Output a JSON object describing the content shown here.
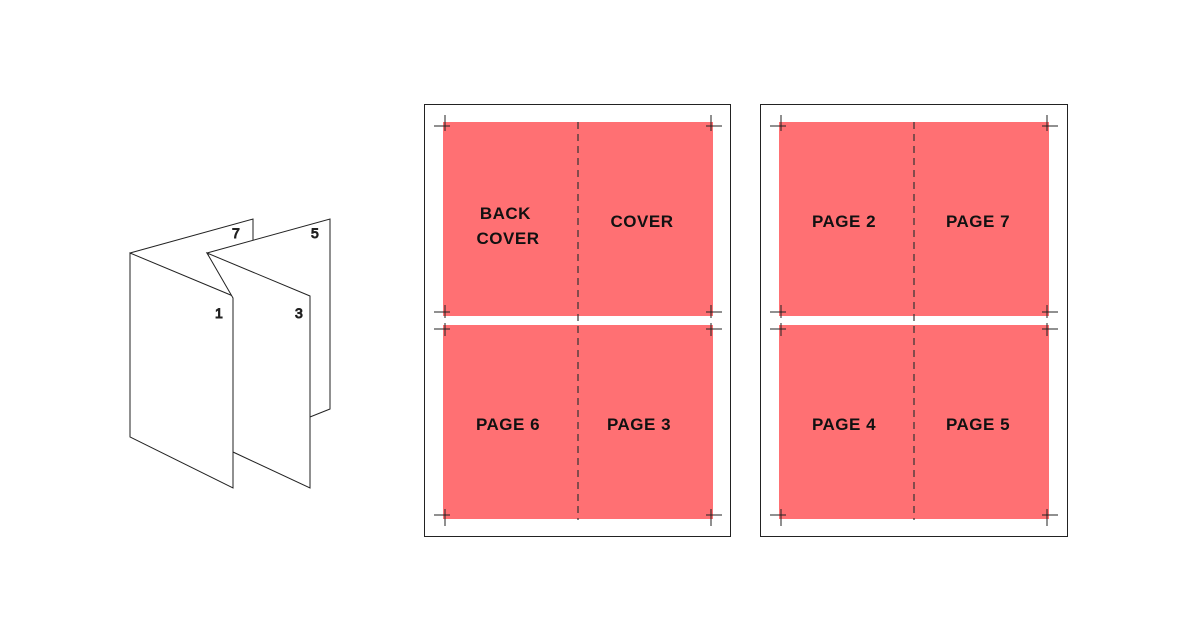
{
  "colors": {
    "panel_fill": "#ff7073",
    "line": "#222222",
    "background": "#ffffff"
  },
  "folded_booklet": {
    "page_numbers": [
      "1",
      "3",
      "7",
      "5"
    ]
  },
  "sheets": [
    {
      "panels": [
        {
          "lines": [
            "BACK",
            "COVER"
          ]
        },
        {
          "lines": [
            "COVER"
          ]
        },
        {
          "lines": [
            "PAGE 6"
          ]
        },
        {
          "lines": [
            "PAGE 3"
          ]
        }
      ]
    },
    {
      "panels": [
        {
          "lines": [
            "PAGE 2"
          ]
        },
        {
          "lines": [
            "PAGE 7"
          ]
        },
        {
          "lines": [
            "PAGE 4"
          ]
        },
        {
          "lines": [
            "PAGE 5"
          ]
        }
      ]
    }
  ]
}
